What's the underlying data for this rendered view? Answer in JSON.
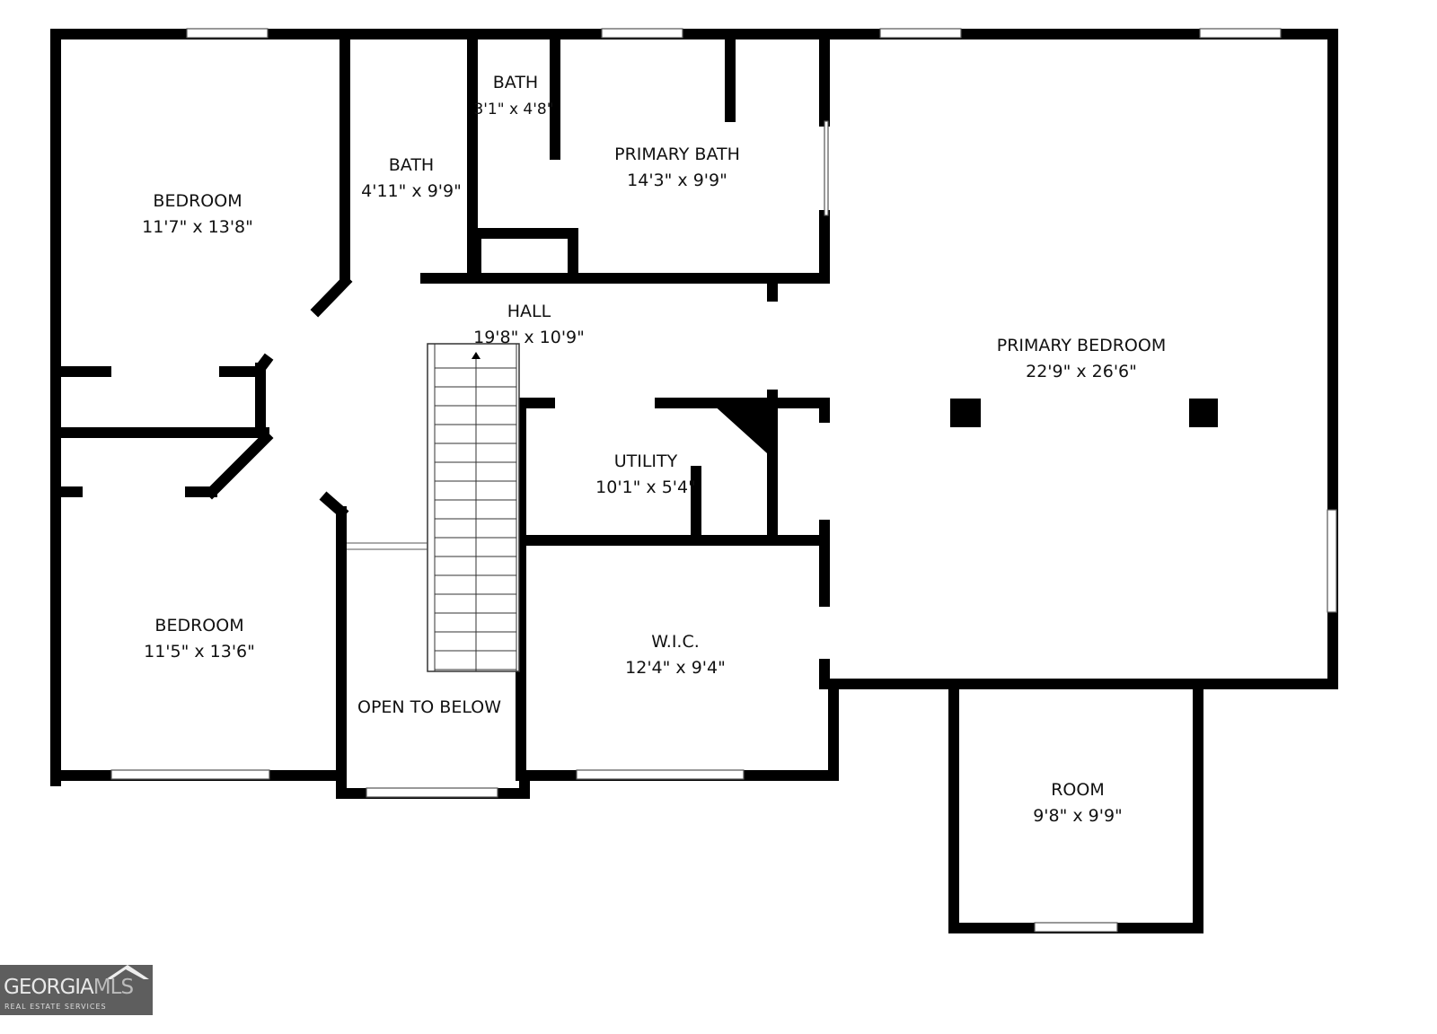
{
  "rooms": {
    "bedroom1": {
      "name": "BEDROOM",
      "size": "11'7\" x 13'8\""
    },
    "bath1": {
      "name": "BATH",
      "size": "4'11\" x 9'9\""
    },
    "bath2": {
      "name": "BATH",
      "size": "3'1\" x 4'8\""
    },
    "primary_bath": {
      "name": "PRIMARY BATH",
      "size": "14'3\" x 9'9\""
    },
    "hall": {
      "name": "HALL",
      "size": "19'8\" x 10'9\""
    },
    "primary_bedroom": {
      "name": "PRIMARY BEDROOM",
      "size": "22'9\" x 26'6\""
    },
    "utility": {
      "name": "UTILITY",
      "size": "10'1\" x 5'4\""
    },
    "bedroom2": {
      "name": "BEDROOM",
      "size": "11'5\" x 13'6\""
    },
    "wic": {
      "name": "W.I.C.",
      "size": "12'4\" x 9'4\""
    },
    "open_to_below": {
      "name": "OPEN TO BELOW"
    },
    "room": {
      "name": "ROOM",
      "size": "9'8\" x 9'9\""
    }
  },
  "logo": {
    "text": "GEORGIAMLS",
    "subtext": "REAL ESTATE SERVICES"
  }
}
